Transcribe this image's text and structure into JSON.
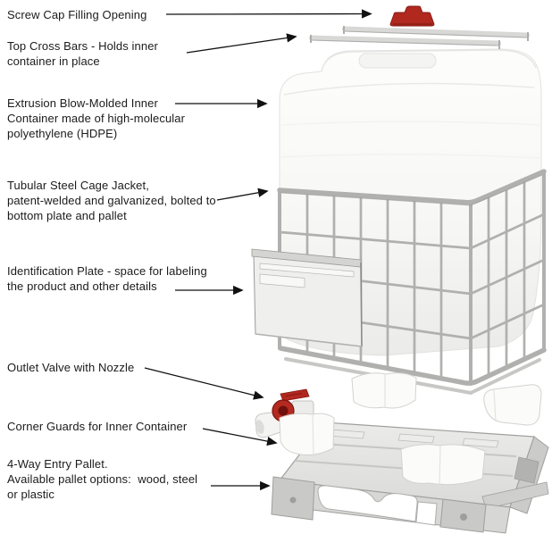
{
  "labels": [
    {
      "id": "screw-cap",
      "text": "Screw Cap Filling Opening"
    },
    {
      "id": "top-cross-bars",
      "text": "Top Cross Bars - Holds inner\ncontainer in place"
    },
    {
      "id": "inner-container",
      "text": "Extrusion Blow-Molded Inner\nContainer made of high-molecular\npolyethylene (HDPE)"
    },
    {
      "id": "cage-jacket",
      "text": "Tubular Steel Cage Jacket,\npatent-welded and galvanized, bolted to\nbottom plate and pallet"
    },
    {
      "id": "identification-plate",
      "text": "Identification Plate - space for labeling\nthe product and other details"
    },
    {
      "id": "outlet-valve",
      "text": "Outlet Valve with Nozzle"
    },
    {
      "id": "corner-guards",
      "text": "Corner Guards for Inner Container"
    },
    {
      "id": "pallet",
      "text": "4-Way Entry Pallet.\nAvailable pallet options:  wood, steel\nor plastic"
    }
  ],
  "colors": {
    "background": "#ffffff",
    "text": "#1b1b1b",
    "arrow": "#111111",
    "cap_red": "#b1281f",
    "cap_red_dark": "#841a13",
    "container_white": "#f8f8f6",
    "steel_light": "#c7c7c5",
    "steel_mid": "#b0b0ae",
    "steel_dark": "#8f8f8d",
    "pallet_gray": "#d7d7d5"
  }
}
